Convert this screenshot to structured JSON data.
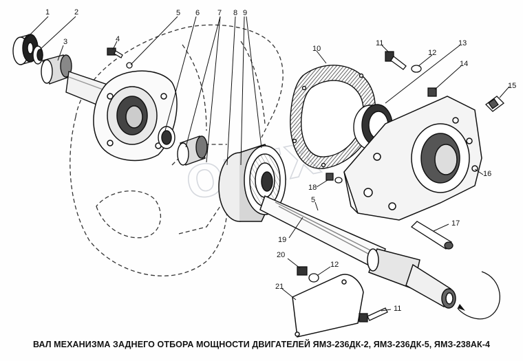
{
  "caption": "ВАЛ МЕХАНИЗМА ЗАДНЕГО ОТБОРА МОЩНОСТИ ДВИГАТЕЛЕЙ ЯМЗ-236ДК-2, ЯМЗ-236ДК-5, ЯМЗ-238АК-4",
  "watermark": "OREX",
  "callouts": {
    "n1": "1",
    "n2": "2",
    "n3": "3",
    "n4": "4",
    "n5": "5",
    "n6": "6",
    "n7": "7",
    "n8": "8",
    "n9": "9",
    "n10": "10",
    "n11": "11",
    "n12": "12",
    "n13": "13",
    "n14": "14",
    "n15": "15",
    "n16": "16",
    "n17": "17",
    "n18": "18",
    "n19": "19",
    "n20": "20",
    "n12b": "12",
    "n21": "21",
    "n11b": "11",
    "n5b": "5"
  }
}
